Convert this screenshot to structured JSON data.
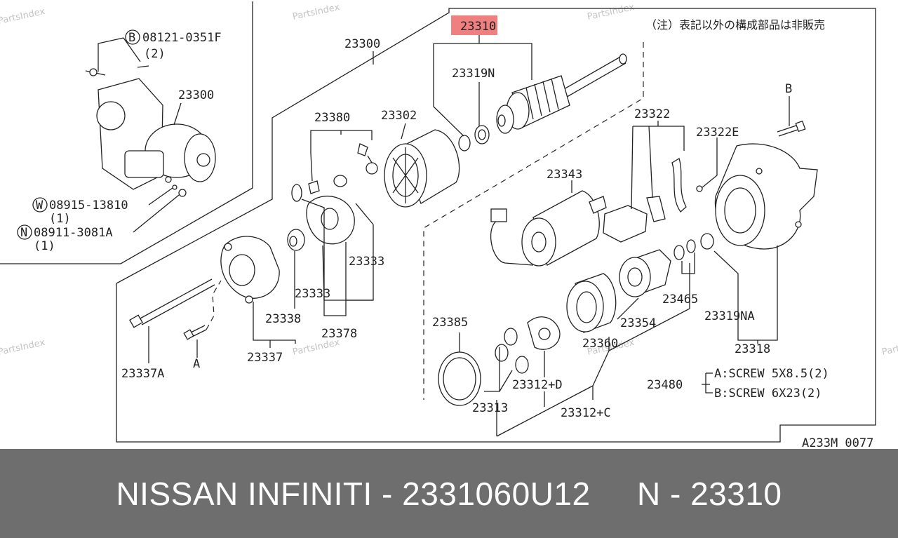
{
  "highlight_color": "#f08080",
  "caption": "NISSAN INFINITI - 2331060U12     N - 23310",
  "diagram": {
    "note_jp": "（注）表記以外の構成部品は非販売",
    "drawing_code": "A233M 0077",
    "watermark": "PartsIndex",
    "callouts": {
      "p23310": "23310",
      "p23300_main": "23300",
      "p23319N": "23319N",
      "p23380": "23380",
      "p23302": "23302",
      "p23322": "23322",
      "p23322E": "23322E",
      "b_top": "B",
      "p23343": "23343",
      "p23333_right": "23333",
      "p23333_left": "23333",
      "p23338": "23338",
      "p23378": "23378",
      "p23337": "23337",
      "p23337A": "23337A",
      "a_label": "A",
      "p23385": "23385",
      "p23313": "23313",
      "p23312D": "23312+D",
      "p23312C": "23312+C",
      "p23360": "23360",
      "p23354": "23354",
      "p23465": "23465",
      "p23319NA": "23319NA",
      "p23318": "23318",
      "p23480": "23480",
      "screw_a": "A:SCREW 5X8.5(2)",
      "screw_b": "B:SCREW 6X23(2)",
      "inset_23300": "23300",
      "inset_bolt": "08121-0351F",
      "inset_bolt_qty": "(2)",
      "inset_bolt_circle": "B",
      "inset_washer": "08915-13810",
      "inset_washer_qty": "(1)",
      "inset_washer_circle": "W",
      "inset_nut": "08911-3081A",
      "inset_nut_qty": "(1)",
      "inset_nut_circle": "N"
    }
  }
}
